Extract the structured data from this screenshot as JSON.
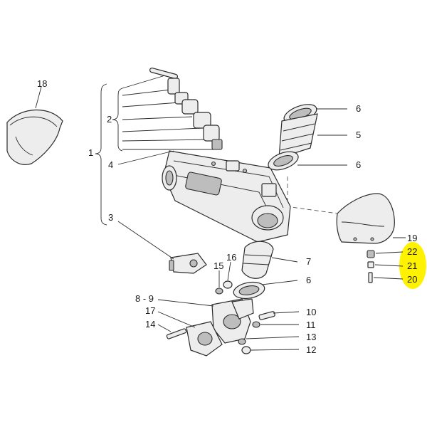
{
  "callouts": {
    "n1": "1",
    "n2": "2",
    "n3": "3",
    "n4": "4",
    "n5": "5",
    "n6a": "6",
    "n6b": "6",
    "n6c": "6",
    "n7": "7",
    "n8_9": "8 - 9",
    "n10": "10",
    "n11": "11",
    "n12": "12",
    "n13": "13",
    "n14": "14",
    "n15": "15",
    "n16": "16",
    "n17": "17",
    "n18": "18",
    "n19": "19",
    "n20": "20",
    "n21": "21",
    "n22": "22"
  },
  "colors": {
    "highlight": "#fff200",
    "ink": "#2b2b2b",
    "part_fill": "#ededed"
  }
}
